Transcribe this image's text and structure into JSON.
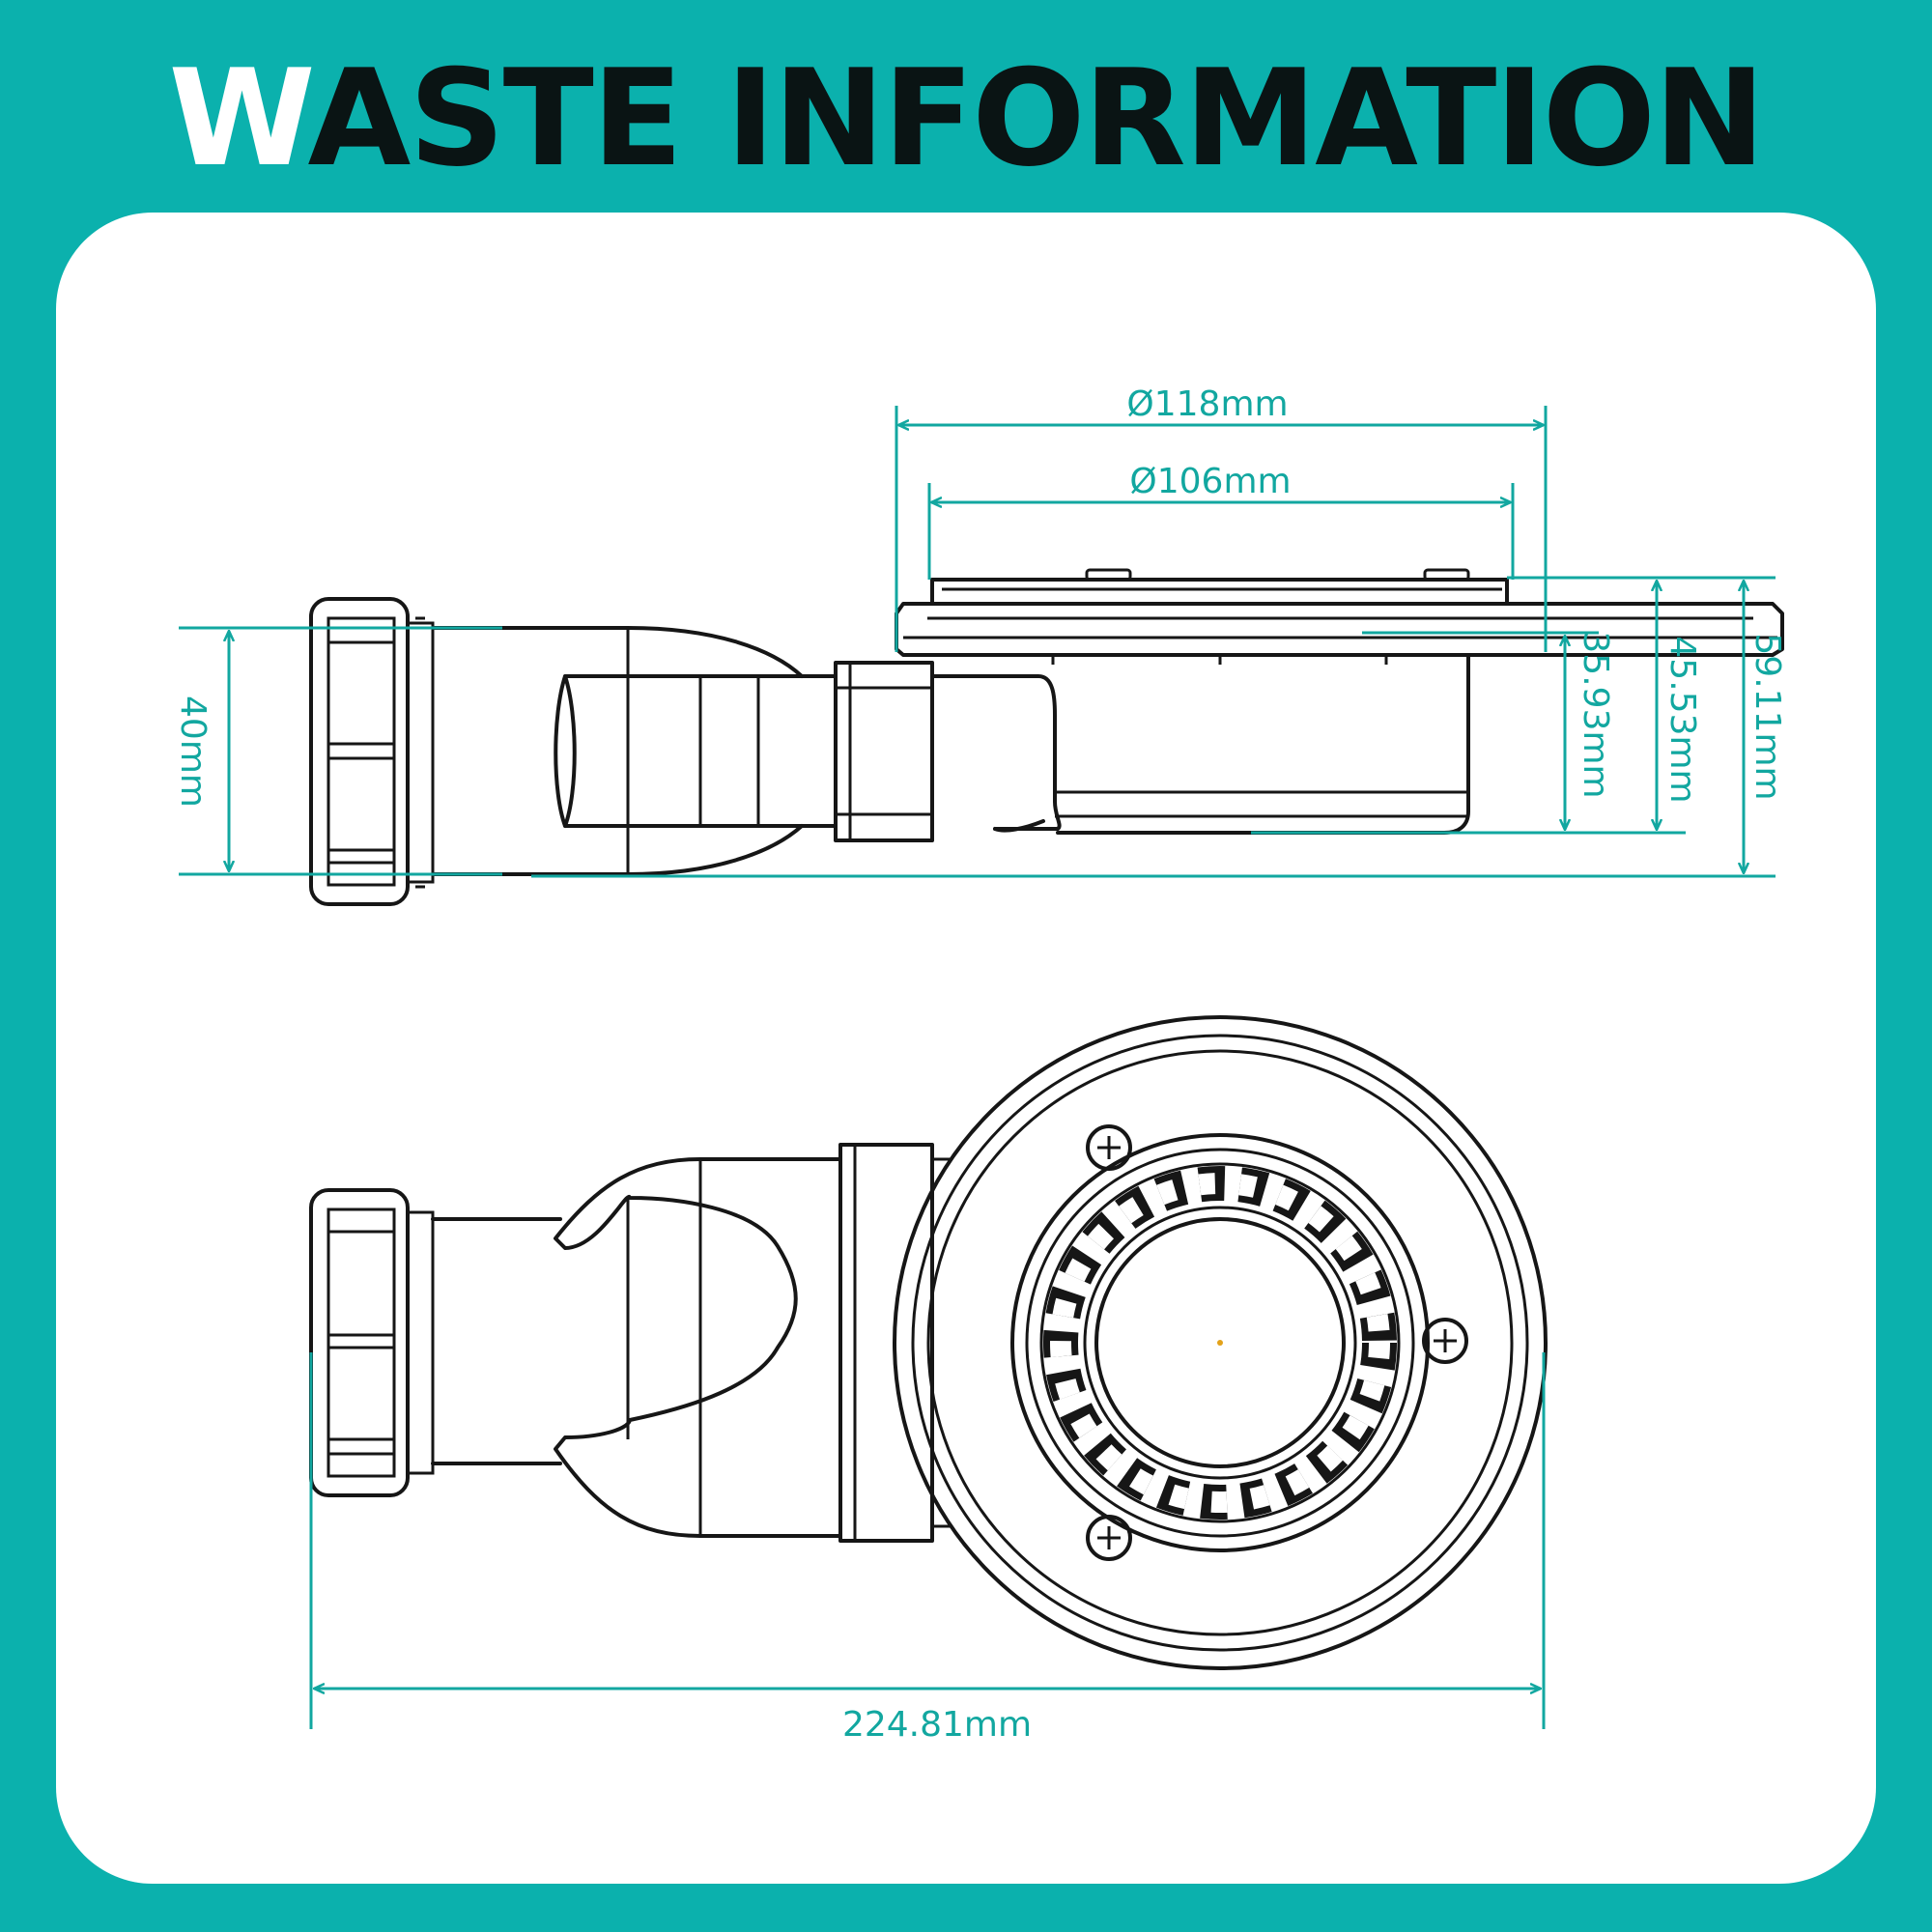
{
  "header": {
    "title_first_letter": "W",
    "title_rest": "ASTE INFORMATION"
  },
  "colors": {
    "background": "#0bb1ad",
    "card": "#ffffff",
    "dimension": "#12a7a0",
    "outline": "#161616"
  },
  "dimensions": {
    "outer_diameter": "Ø118mm",
    "inner_diameter": "Ø106mm",
    "outlet_diameter": "40mm",
    "body_height": "35.93mm",
    "height_to_flange": "45.53mm",
    "total_height": "59.11mm",
    "total_length": "224.81mm"
  }
}
